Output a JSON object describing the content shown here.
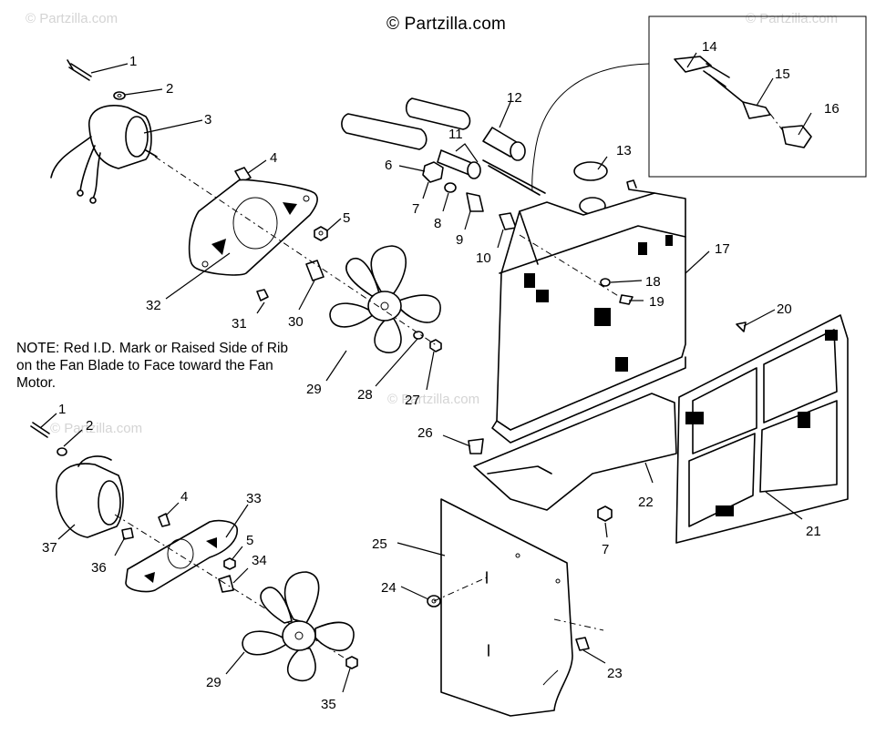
{
  "copyright": "© Partzilla.com",
  "watermark": "© Partzilla.com",
  "note": "NOTE: Red I.D. Mark or Raised Side of Rib on the Fan Blade to Face toward the Fan Motor.",
  "callouts": [
    "1",
    "2",
    "3",
    "4",
    "5",
    "32",
    "31",
    "30",
    "29",
    "28",
    "27",
    "6",
    "7",
    "8",
    "9",
    "10",
    "11",
    "12",
    "13",
    "14",
    "15",
    "16",
    "17",
    "18",
    "19",
    "20",
    "21",
    "22",
    "26",
    "7",
    "25",
    "24",
    "23",
    "1",
    "2",
    "4",
    "33",
    "5",
    "34",
    "37",
    "36",
    "29",
    "35"
  ]
}
